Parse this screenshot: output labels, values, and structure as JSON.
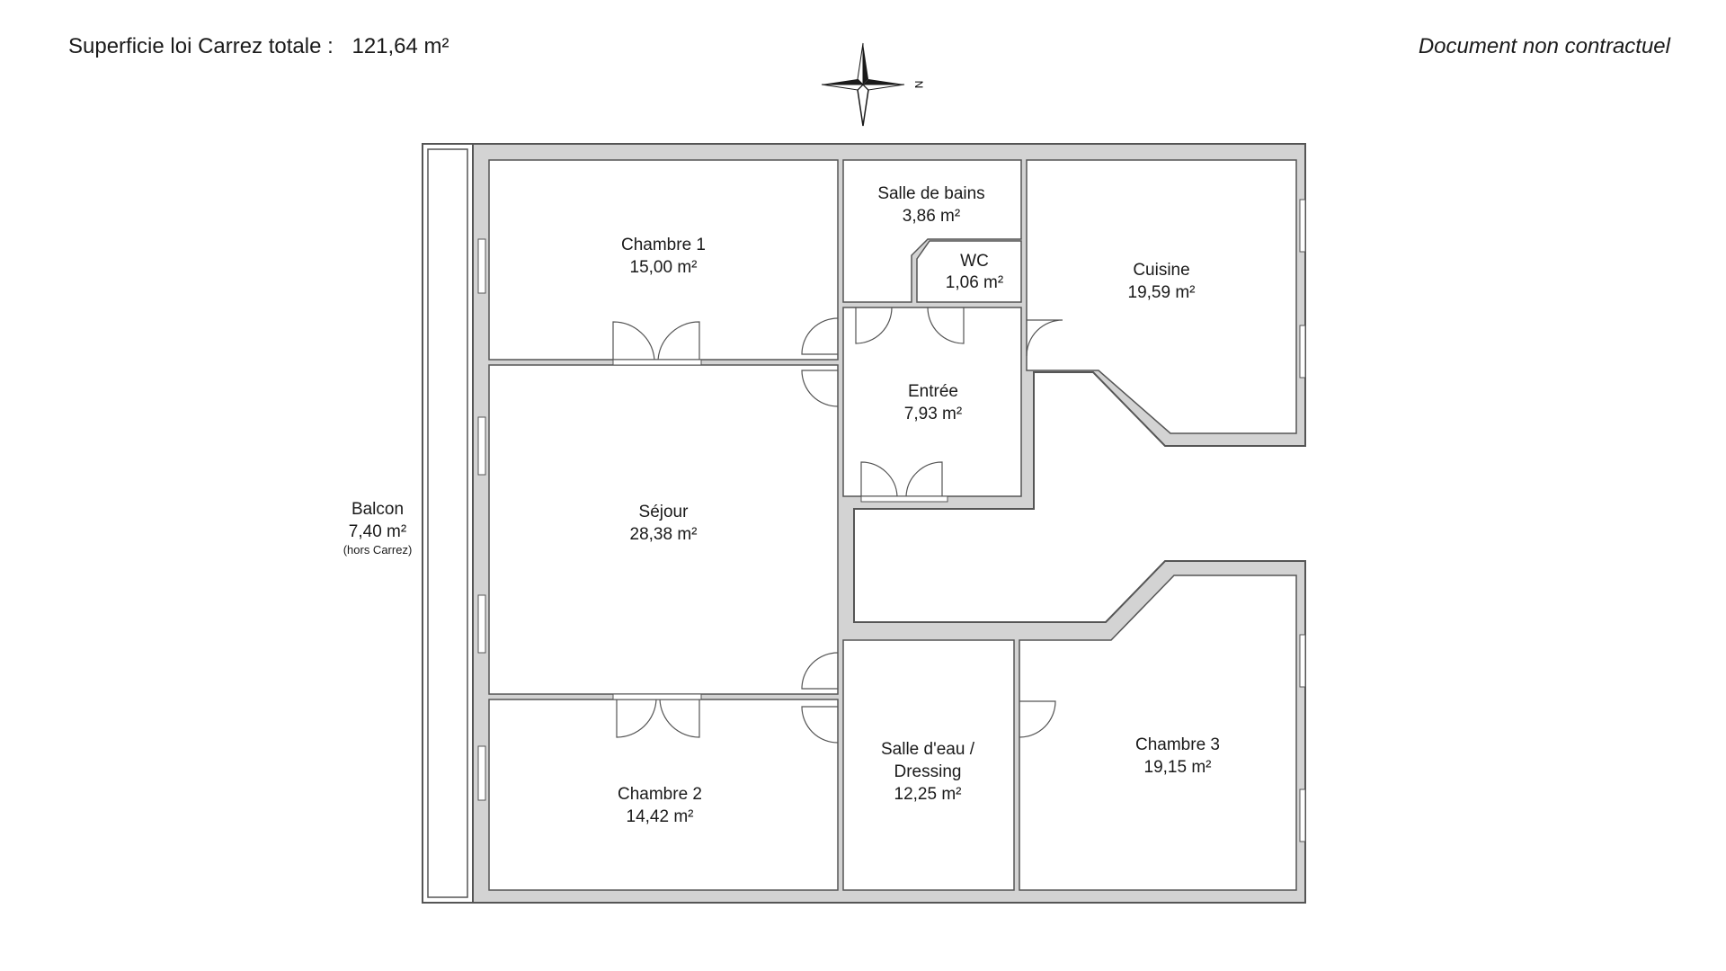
{
  "header": {
    "total_label": "Superficie loi Carrez totale :",
    "total_value": "121,64 m²",
    "disclaimer": "Document non contractuel"
  },
  "compass": {
    "north_label": "N",
    "icon": "compass-rose-icon"
  },
  "colors": {
    "wall_fill": "#d3d3d3",
    "wall_stroke": "#555555",
    "room_fill": "#ffffff",
    "text": "#1a1a1a"
  },
  "rooms": {
    "chambre1": {
      "name": "Chambre 1",
      "area": "15,00 m²"
    },
    "salle_de_bains": {
      "name": "Salle de bains",
      "area": "3,86 m²"
    },
    "wc": {
      "name": "WC",
      "area": "1,06 m²"
    },
    "cuisine": {
      "name": "Cuisine",
      "area": "19,59 m²"
    },
    "entree": {
      "name": "Entrée",
      "area": "7,93 m²"
    },
    "sejour": {
      "name": "Séjour",
      "area": "28,38 m²"
    },
    "balcon": {
      "name": "Balcon",
      "area": "7,40 m²",
      "note": "(hors Carrez)"
    },
    "salle_eau": {
      "name_line1": "Salle d'eau /",
      "name_line2": "Dressing",
      "area": "12,25 m²"
    },
    "chambre2": {
      "name": "Chambre 2",
      "area": "14,42 m²"
    },
    "chambre3": {
      "name": "Chambre 3",
      "area": "19,15 m²"
    }
  }
}
